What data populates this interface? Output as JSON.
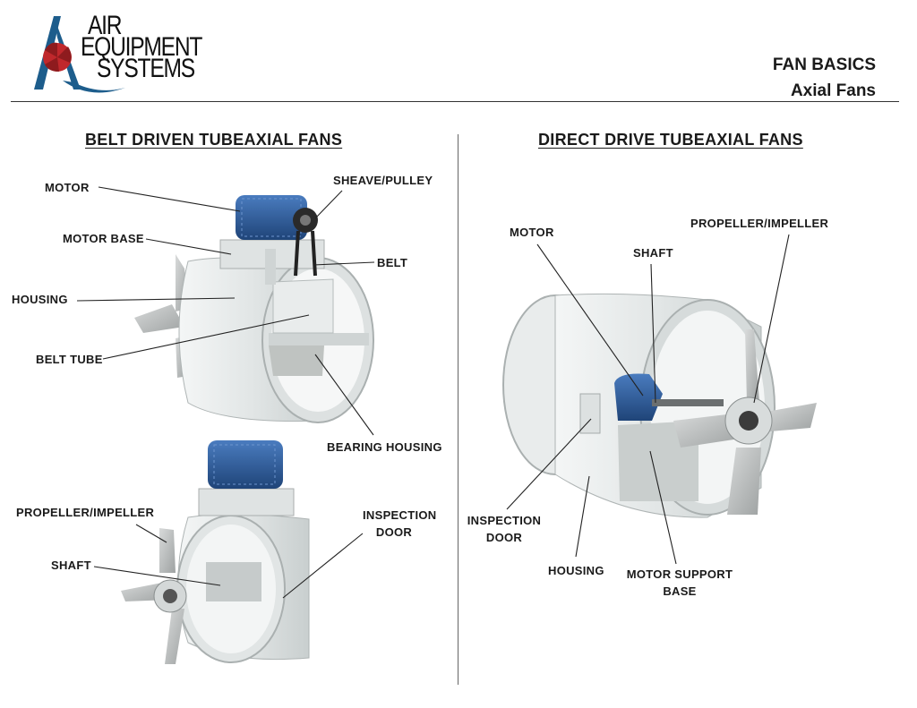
{
  "logo": {
    "line1": "AIR",
    "line2": "EQUIPMENT",
    "line3": "SYSTEMS"
  },
  "header": {
    "title": "FAN BASICS",
    "subtitle": "Axial Fans"
  },
  "left_section": {
    "title": "BELT DRIVEN TUBEAXIAL FANS",
    "labels": {
      "motor": "MOTOR",
      "sheave": "SHEAVE/PULLEY",
      "motor_base": "MOTOR BASE",
      "belt": "BELT",
      "housing": "HOUSING",
      "belt_tube": "BELT TUBE",
      "bearing_housing": "BEARING HOUSING",
      "propeller": "PROPELLER/IMPELLER",
      "inspection_line1": "INSPECTION",
      "inspection_line2": "DOOR",
      "shaft": "SHAFT"
    }
  },
  "right_section": {
    "title": "DIRECT DRIVE TUBEAXIAL FANS",
    "labels": {
      "motor": "MOTOR",
      "shaft": "SHAFT",
      "propeller": "PROPELLER/IMPELLER",
      "inspection_line1": "INSPECTION",
      "inspection_line2": "DOOR",
      "housing": "HOUSING",
      "motor_support_line1": "MOTOR SUPPORT",
      "motor_support_line2": "BASE"
    }
  },
  "colors": {
    "housing": "#e4e8e8",
    "motor": "#2f5f9e",
    "accent_red": "#c0282c",
    "accent_blue": "#1d5d8c"
  }
}
